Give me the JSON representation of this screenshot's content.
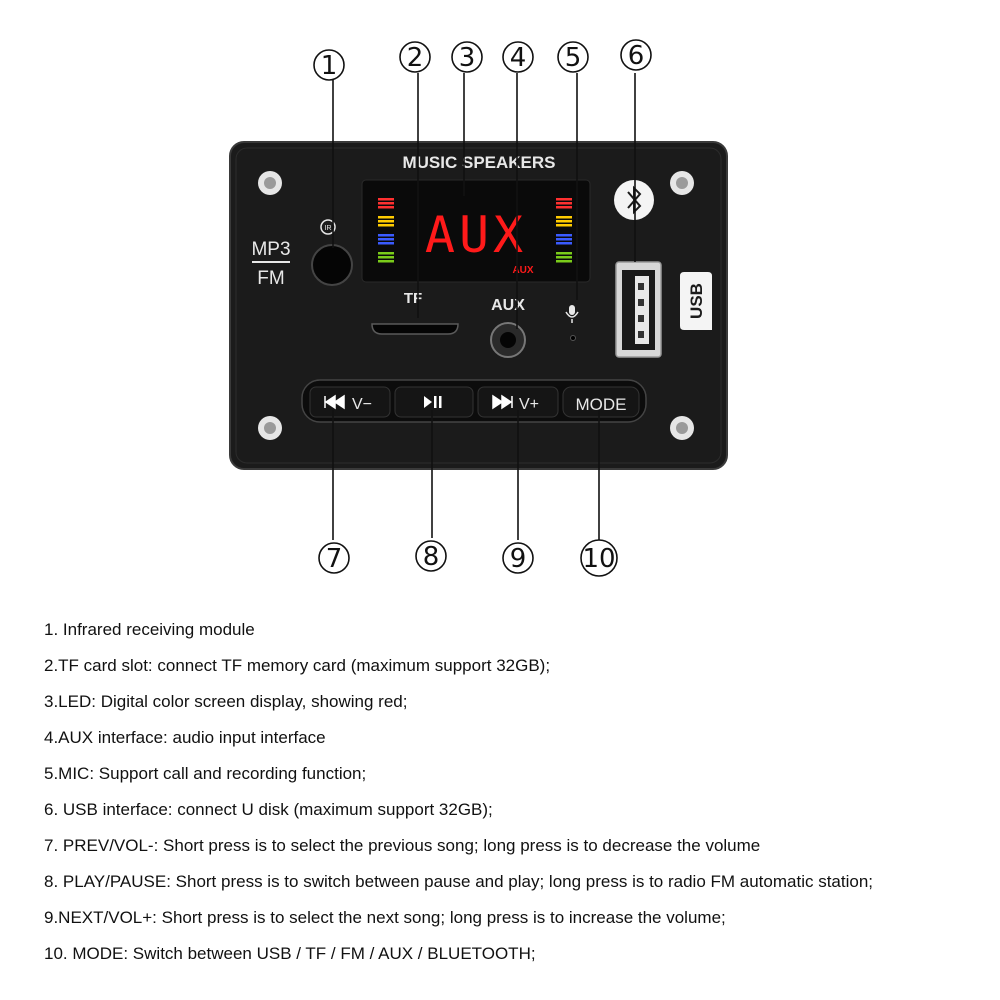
{
  "board": {
    "header": "MUSIC SPEAKERS",
    "mode_label_top": "MP3",
    "mode_label_bottom": "FM",
    "ir_mark": "IR",
    "display_text": "AUX",
    "display_sub": "AUX",
    "tf_label": "TF",
    "aux_label": "AUX",
    "usb_label": "USB",
    "buttons": [
      {
        "icon": "prev-icon",
        "label": "V−"
      },
      {
        "icon": "play-pause-icon",
        "label": ""
      },
      {
        "icon": "next-icon",
        "label": "V+"
      },
      {
        "icon": "",
        "label": "MODE"
      }
    ],
    "colors": {
      "board": "#1b1b1b",
      "display": "#0a0a0a",
      "segment": "#ff1a1a",
      "bars": [
        "#ff3030",
        "#ffcc00",
        "#3a5bff",
        "#7acc1a"
      ]
    }
  },
  "callouts": {
    "top": [
      "1",
      "2",
      "3",
      "4",
      "5",
      "6"
    ],
    "bottom": [
      "7",
      "8",
      "9",
      "10"
    ]
  },
  "legend": [
    "1. Infrared receiving module",
    "2.TF card slot: connect TF memory card (maximum support 32GB);",
    "3.LED: Digital color screen display, showing red;",
    "4.AUX interface: audio input interface",
    "5.MIC: Support call and recording function;",
    "6. USB interface: connect U disk (maximum support 32GB);",
    "7. PREV/VOL-: Short press is to select the previous song; long press is to decrease the volume",
    "8. PLAY/PAUSE: Short press is to switch between pause and play; long press is to radio FM automatic station;",
    "9.NEXT/VOL+: Short press is to select the next song; long press is to increase the volume;",
    "10. MODE: Switch between USB / TF / FM / AUX / BLUETOOTH;"
  ]
}
